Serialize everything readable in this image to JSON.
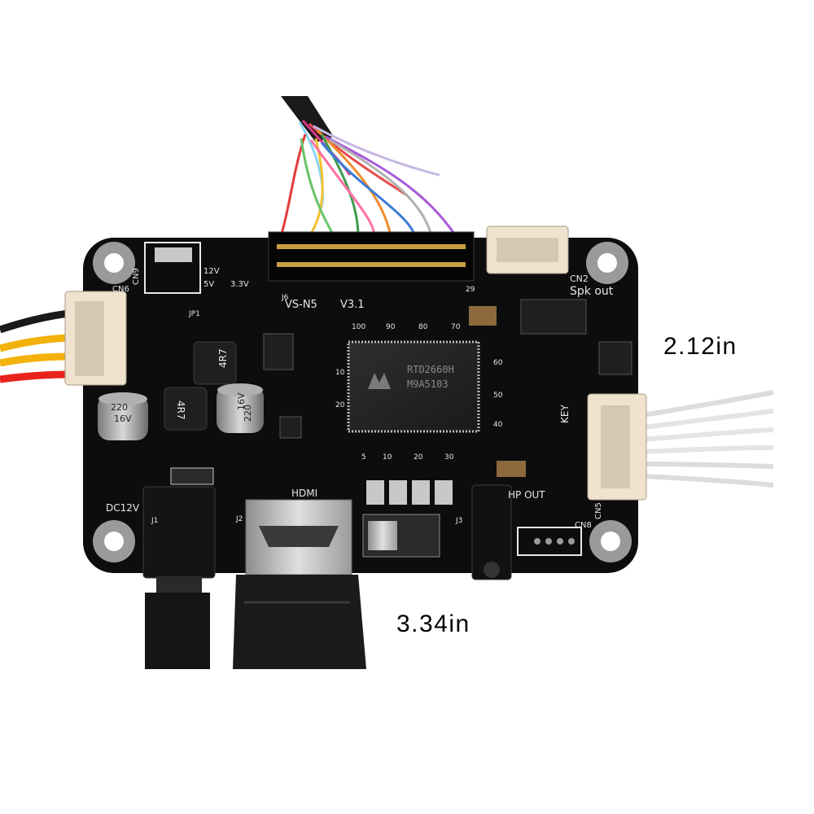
{
  "dimensions": {
    "height_label": "2.12in",
    "width_label": "3.34in"
  },
  "board": {
    "model": "VS-N5",
    "version": "V3.1",
    "chip_line1": "RTD2660H",
    "chip_line2": "M9A5103",
    "labels": {
      "cn9": "CN9",
      "cn6": "CN6",
      "cn2": "CN2",
      "cn5": "CN5",
      "cn8": "CN8",
      "spk_out": "Spk  out",
      "hdmi": "HDMI",
      "hp_out": "HP OUT",
      "dc12v": "DC12V",
      "key": "KEY",
      "j6": "J6",
      "pin29": "29",
      "v12": "12V",
      "v5": "5V",
      "v33": "3.3V",
      "jp1": "JP1",
      "j1": "J1",
      "j2": "J2",
      "j3": "J3",
      "inductor": "4R7",
      "cap1": "220",
      "cap2": "16V"
    },
    "chip_ticks": {
      "top": [
        "100",
        "90",
        "80",
        "70"
      ],
      "left": [
        "10",
        "20"
      ],
      "bottom": [
        "5",
        "10",
        "20",
        "30"
      ],
      "right": [
        "60",
        "50",
        "40"
      ]
    }
  },
  "colors": {
    "pcb": "#0d0d0d",
    "wire_red": "#e8231b",
    "wire_yellow": "#f3b10b",
    "wire_white": "#e6e6e6",
    "connector": "#efe3cf"
  }
}
